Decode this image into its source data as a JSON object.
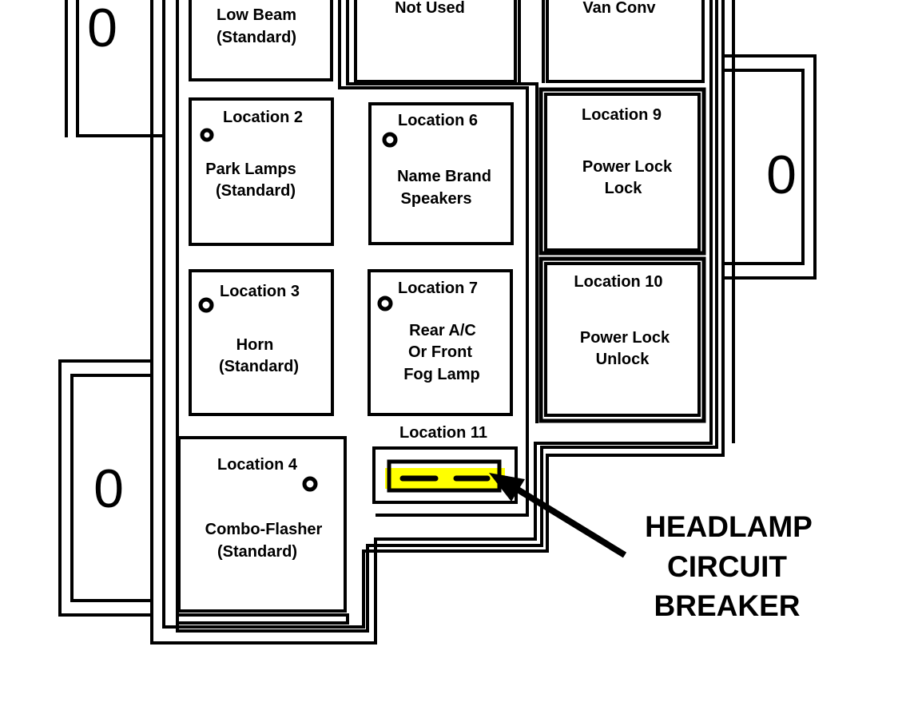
{
  "relay_locations": [
    {
      "id": "loc1",
      "name": "",
      "function": "Low Beam",
      "note": "(Standard)"
    },
    {
      "id": "loc2",
      "name": "Location 2",
      "function": "Park Lamps",
      "note": "(Standard)"
    },
    {
      "id": "loc3",
      "name": "Location 3",
      "function": "Horn",
      "note": "(Standard)"
    },
    {
      "id": "loc4",
      "name": "Location 4",
      "function": "Combo-Flasher",
      "note": "(Standard)"
    },
    {
      "id": "loc5",
      "name": "",
      "function": "Not Used",
      "note": ""
    },
    {
      "id": "loc6",
      "name": "Location 6",
      "function": "Name Brand",
      "note": "Speakers"
    },
    {
      "id": "loc7",
      "name": "Location 7",
      "function": "Rear A/C",
      "note": "Or Front",
      "note2": "Fog Lamp"
    },
    {
      "id": "loc8",
      "name": "",
      "function": "Van Conv",
      "note": ""
    },
    {
      "id": "loc9",
      "name": "Location 9",
      "function": "Power Lock",
      "note": "Lock"
    },
    {
      "id": "loc10",
      "name": "Location 10",
      "function": "Power Lock",
      "note": "Unlock"
    },
    {
      "id": "loc11",
      "name": "Location 11",
      "function": "",
      "note": ""
    }
  ],
  "callout": {
    "line1": "HEADLAMP",
    "line2": "CIRCUIT",
    "line3": "BREAKER",
    "highlight_color": "#ffff00"
  },
  "mount_tab_glyph": "0"
}
